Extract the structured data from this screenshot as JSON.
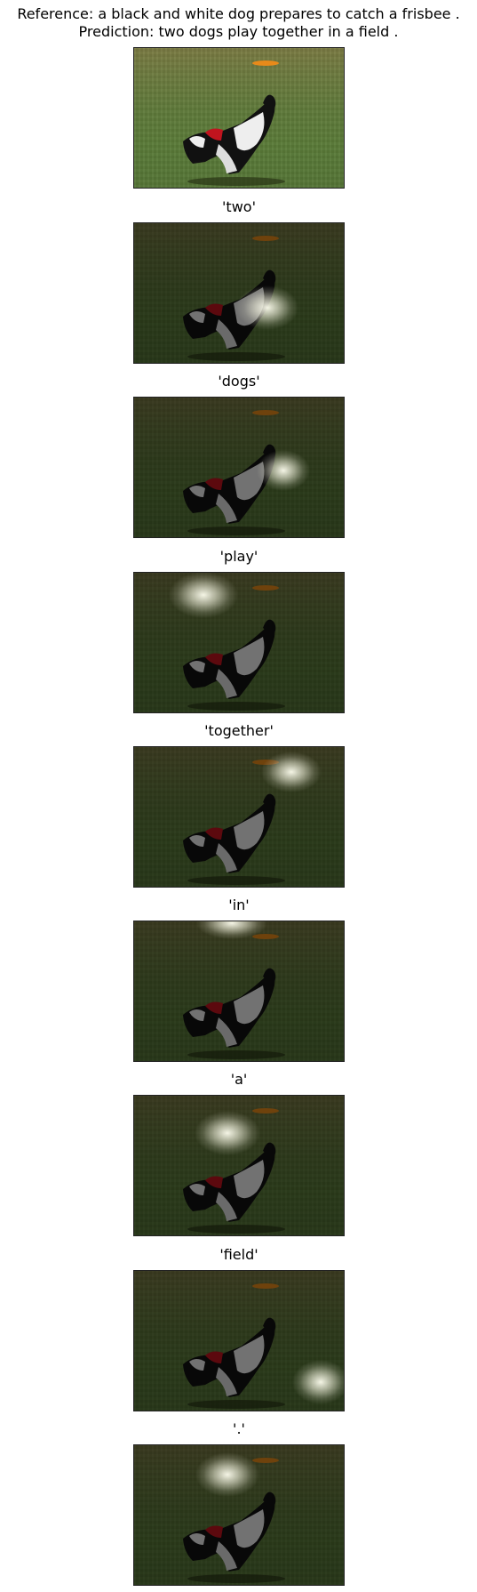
{
  "header": {
    "reference": "Reference: a black and white dog prepares to catch a frisbee .",
    "prediction": "Prediction: two dogs play together in a field ."
  },
  "panels": [
    {
      "word": "'two'"
    },
    {
      "word": "'dogs'"
    },
    {
      "word": "'play'"
    },
    {
      "word": "'together'"
    },
    {
      "word": "'in'"
    },
    {
      "word": "'a'"
    },
    {
      "word": "'field'"
    },
    {
      "word": "'.'"
    }
  ],
  "colors": {
    "grass": "#5f7a3a",
    "frisbee": "#e88a1a",
    "dog_harness": "#c0141e",
    "attention_glow": "#fffff0"
  }
}
